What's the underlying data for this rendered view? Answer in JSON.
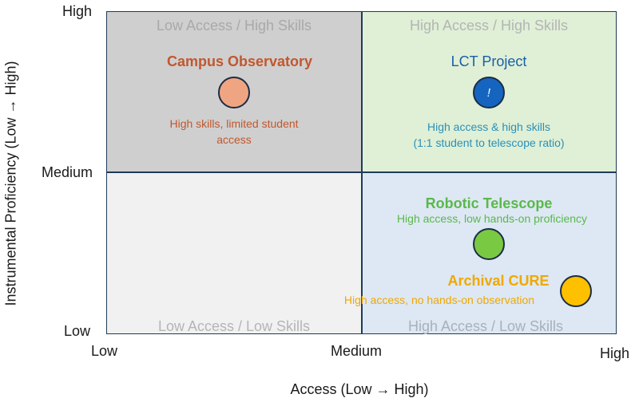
{
  "axes": {
    "x_title": "Access (Low → High)",
    "y_title": "Instrumental Proficiency (Low → High)",
    "x_ticks": [
      "Low",
      "Medium",
      "High"
    ],
    "y_ticks": [
      "High",
      "Medium",
      "Low"
    ]
  },
  "quadrants": {
    "top_left": "Low Access / High Skills",
    "top_right": "High Access / High Skills",
    "bottom_left": "Low Access / Low Skills",
    "bottom_right": "High Access / Low Skills"
  },
  "items": {
    "campus": {
      "title": "Campus Observatory",
      "desc1": "High skills, limited student",
      "desc2": "access",
      "color": "#c0582e",
      "dot_color": "#f0a582"
    },
    "lct": {
      "title": "LCT Project",
      "desc1": "High access & high skills",
      "desc2": "(1:1 student to telescope ratio)",
      "glyph": "!",
      "color": "#1a5fa8",
      "desc_color": "#2c8fb8",
      "dot_color": "#1565c0"
    },
    "robotic": {
      "title": "Robotic Telescope",
      "desc1": "High access, low hands-on proficiency",
      "color": "#5bb84a",
      "dot_color": "#7ac943"
    },
    "archival": {
      "title": "Archival CURE",
      "desc1": "High access, no hands-on observation",
      "color": "#f0a800",
      "dot_color": "#ffc000"
    }
  },
  "colors": {
    "quad_tl": "#d0cfcf",
    "quad_tr": "#dff0d6",
    "quad_bl": "#f1f1f1",
    "quad_br": "#dde8f4",
    "quad_label": "#b0b0b0",
    "border": "#1f3b57"
  }
}
